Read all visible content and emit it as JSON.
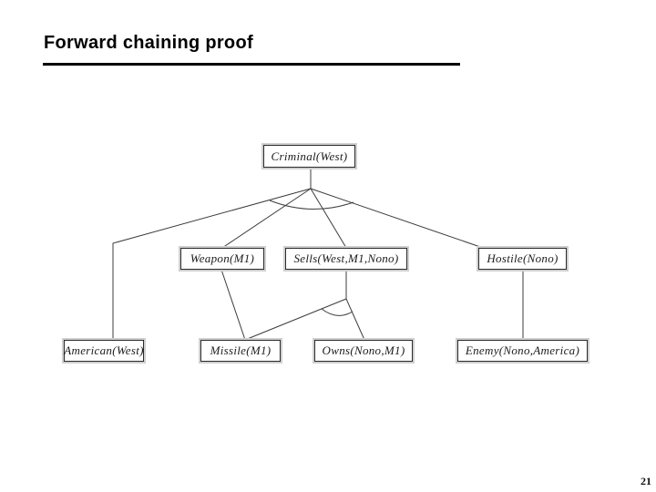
{
  "slide": {
    "title": "Forward chaining proof",
    "page_number": "21",
    "background": "#ffffff"
  },
  "colors": {
    "title_text": "#000000",
    "title_rule": "#000000",
    "edge_line": "#3c3c3c",
    "node_border": "#2b2b2b",
    "node_fill": "#ffffff",
    "node_outer_ring": "#cfcfcf",
    "node_text": "#1c1c1c",
    "page_number_text": "#111111"
  },
  "diagram": {
    "type": "proof-tree",
    "description": "Forward chaining proof tree with AND-arcs joining premises",
    "nodes": [
      {
        "id": "criminal",
        "label": "Criminal(West)"
      },
      {
        "id": "weapon",
        "label": "Weapon(M1)"
      },
      {
        "id": "sells",
        "label": "Sells(West,M1,Nono)"
      },
      {
        "id": "hostile",
        "label": "Hostile(Nono)"
      },
      {
        "id": "american",
        "label": "American(West)"
      },
      {
        "id": "missile",
        "label": "Missile(M1)"
      },
      {
        "id": "owns",
        "label": "Owns(Nono,M1)"
      },
      {
        "id": "enemy",
        "label": "Enemy(Nono,America)"
      }
    ],
    "edges": [
      {
        "from": "criminal",
        "to": "american"
      },
      {
        "from": "criminal",
        "to": "weapon"
      },
      {
        "from": "criminal",
        "to": "sells"
      },
      {
        "from": "criminal",
        "to": "hostile"
      },
      {
        "from": "weapon",
        "to": "missile"
      },
      {
        "from": "sells",
        "to": "missile"
      },
      {
        "from": "sells",
        "to": "owns"
      },
      {
        "from": "hostile",
        "to": "enemy"
      }
    ],
    "and_arcs": [
      {
        "at": "criminal",
        "joins": [
          "american",
          "weapon",
          "sells",
          "hostile"
        ]
      },
      {
        "at": "sells",
        "joins": [
          "missile",
          "owns"
        ]
      }
    ]
  }
}
